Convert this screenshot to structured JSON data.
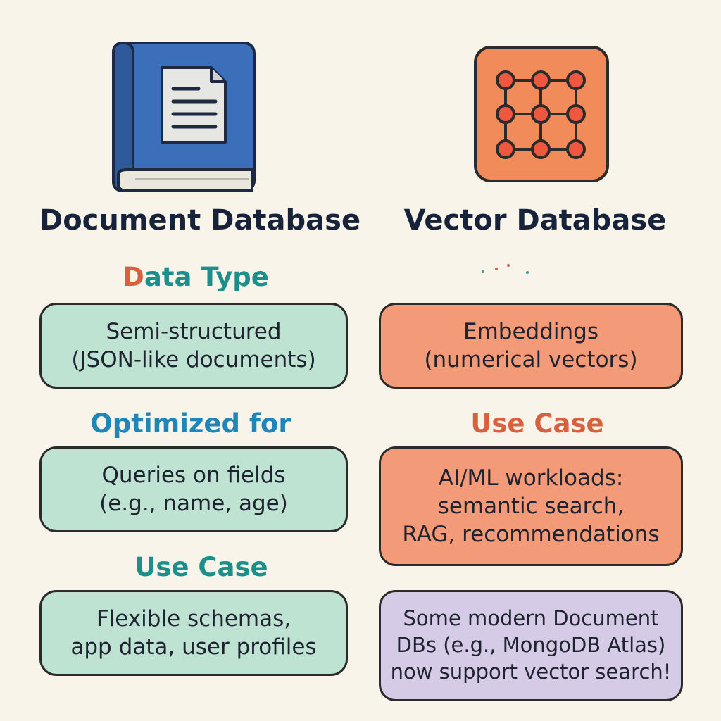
{
  "left": {
    "title": "Document Database",
    "icon": "book-document-icon",
    "sections": [
      {
        "heading_first": "D",
        "heading_rest": "ata Type",
        "lines": [
          "Semi-structured",
          "(JSON-like documents)"
        ]
      },
      {
        "heading": "Optimized for",
        "lines": [
          "Queries on fields",
          "(e.g., name, age)"
        ]
      },
      {
        "heading": "Use Case",
        "lines": [
          "Flexible schemas,",
          "app data, user profiles"
        ]
      }
    ]
  },
  "right": {
    "title": "Vector Database",
    "icon": "vector-grid-icon",
    "sections": [
      {
        "lines": [
          "Embeddings",
          "(numerical vectors)"
        ]
      },
      {
        "heading": "Use Case",
        "lines": [
          "AI/ML workloads:",
          "semantic search,",
          "RAG, recommendations"
        ]
      }
    ],
    "note_lines": [
      "Some modern Document",
      "DBs (e.g., MongoDB Atlas)",
      "now support vector search!"
    ]
  },
  "colors": {
    "background": "#f8f4ea",
    "green_box": "#bfe3d3",
    "orange_box": "#f39a78",
    "purple_box": "#d6cbe6",
    "heading_orange": "#d9603f",
    "heading_teal": "#1c8f8a",
    "heading_blue": "#1f86b8",
    "book_blue": "#3b6fb9",
    "grid_orange": "#f28b5a"
  }
}
